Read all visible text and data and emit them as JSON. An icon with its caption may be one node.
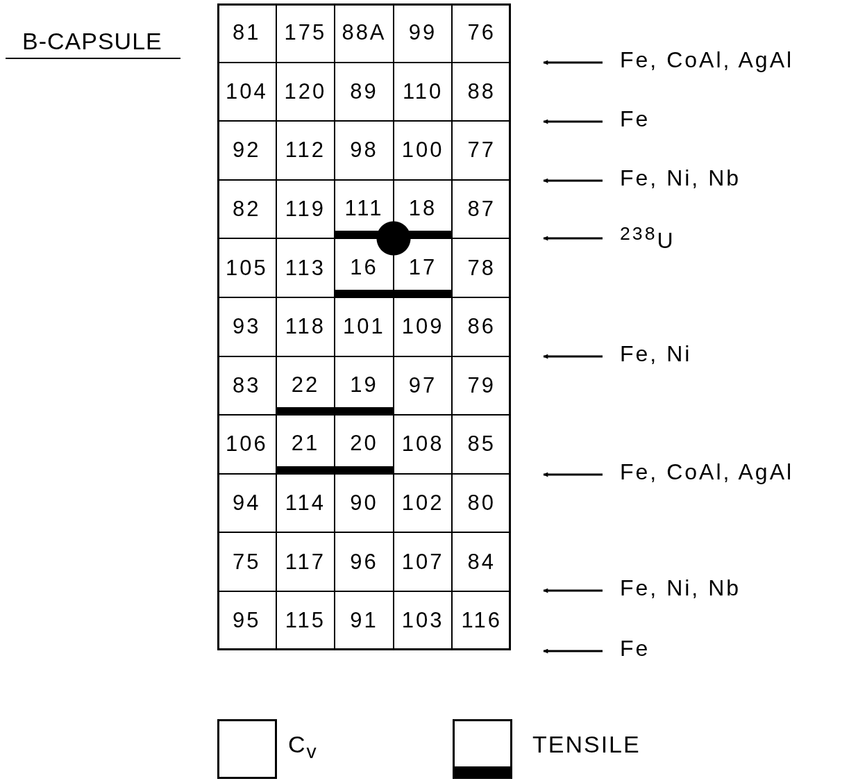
{
  "diagram": {
    "title": "B-CAPSULE",
    "nodes": [
      {
        "text": [
          "81"
        ]
      },
      {
        "text": [
          "175"
        ]
      },
      {
        "text": [
          "88A"
        ]
      },
      {
        "text": [
          "99"
        ]
      },
      {
        "text": [
          "76"
        ]
      },
      {
        "text": [
          "104"
        ]
      },
      {
        "text": [
          "120"
        ]
      },
      {
        "text": [
          "89"
        ]
      },
      {
        "text": [
          "110"
        ]
      },
      {
        "text": [
          "88"
        ]
      },
      {
        "text": [
          "92"
        ]
      },
      {
        "text": [
          "112"
        ]
      },
      {
        "text": [
          "98"
        ]
      },
      {
        "text": [
          "100"
        ]
      },
      {
        "text": [
          "77"
        ]
      },
      {
        "text": [
          "82"
        ]
      },
      {
        "text": [
          "119"
        ]
      },
      {
        "text": [
          "111"
        ]
      },
      {
        "text": [
          "18"
        ]
      },
      {
        "text": [
          "87"
        ]
      },
      {
        "text": [
          "105"
        ]
      },
      {
        "text": [
          "113"
        ]
      },
      {
        "text": [
          "16"
        ]
      },
      {
        "text": [
          "17"
        ]
      },
      {
        "text": [
          "78"
        ]
      },
      {
        "text": [
          "93"
        ]
      },
      {
        "text": [
          "118"
        ]
      },
      {
        "text": [
          "101"
        ]
      },
      {
        "text": [
          "109"
        ]
      },
      {
        "text": [
          "86"
        ]
      },
      {
        "text": [
          "83"
        ]
      },
      {
        "text": [
          "22"
        ]
      },
      {
        "text": [
          "19"
        ]
      },
      {
        "text": [
          "97"
        ]
      },
      {
        "text": [
          "79"
        ]
      },
      {
        "text": [
          "106"
        ]
      },
      {
        "text": [
          "21"
        ]
      },
      {
        "text": [
          "20"
        ]
      },
      {
        "text": [
          "108"
        ]
      },
      {
        "text": [
          "85"
        ]
      },
      {
        "text": [
          "94"
        ]
      },
      {
        "text": [
          "114"
        ]
      },
      {
        "text": [
          "90"
        ]
      },
      {
        "text": [
          "102"
        ]
      },
      {
        "text": [
          "80"
        ]
      },
      {
        "text": [
          "75"
        ]
      },
      {
        "text": [
          "117"
        ]
      },
      {
        "text": [
          "96"
        ]
      },
      {
        "text": [
          "107"
        ]
      },
      {
        "text": [
          "84"
        ]
      },
      {
        "text": [
          "95"
        ]
      },
      {
        "text": [
          "115"
        ]
      },
      {
        "text": [
          "91"
        ]
      },
      {
        "text": [
          "103"
        ]
      },
      {
        "text": [
          "116"
        ]
      },
      {
        "text": [
          "Fe, CoAl, AgAl"
        ]
      },
      {
        "text": [
          "Fe"
        ]
      },
      {
        "text": [
          "Fe, Ni, Nb"
        ]
      },
      {
        "text": [
          "$^{238}$U"
        ]
      },
      {
        "text": [
          "Fe, Ni"
        ]
      },
      {
        "text": [
          "Fe, CoAl, AgAl"
        ]
      },
      {
        "text": [
          "Fe, Ni, Nb"
        ]
      },
      {
        "text": [
          "Fe"
        ]
      }
    ],
    "edges": [
      {
        "from": 55,
        "to": null,
        "arrow": "to"
      },
      {
        "from": 56,
        "to": null,
        "arrow": "to"
      },
      {
        "from": 57,
        "to": null,
        "arrow": "to"
      },
      {
        "from": 58,
        "to": null,
        "arrow": "to"
      },
      {
        "from": 59,
        "to": null,
        "arrow": "to"
      },
      {
        "from": 60,
        "to": null,
        "arrow": "to"
      },
      {
        "from": 61,
        "to": null,
        "arrow": "to"
      },
      {
        "from": 62,
        "to": null,
        "arrow": "to"
      }
    ],
    "legend": [
      {
        "text": "C$_{v}$"
      },
      {
        "text": "TENSILE"
      }
    ]
  }
}
